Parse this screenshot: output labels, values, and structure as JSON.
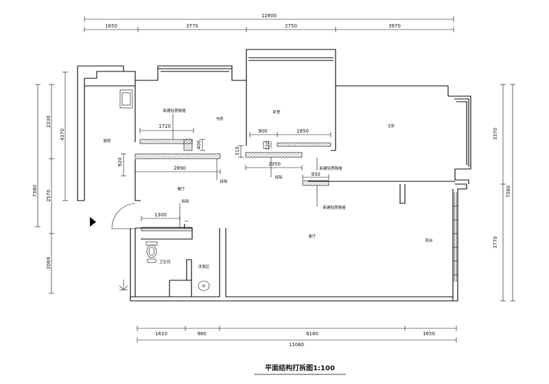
{
  "title": "平面结构打拆图1:100",
  "dimensions": {
    "top_total": "12800",
    "top": [
      "1650",
      "3770",
      "2750",
      "3970"
    ],
    "bottom": [
      "1610",
      "980",
      "6160",
      "1650"
    ],
    "bottom_total": "11060",
    "left_total": "7380",
    "left": [
      "2330",
      "4370",
      "2570",
      "2069"
    ],
    "right_total": "7380",
    "right": [
      "3370",
      "3770"
    ],
    "inner": {
      "d1720": "1720",
      "d2890": "2890",
      "d920": "920",
      "d400": "400",
      "d900": "900",
      "d1850": "1850",
      "d310": "310",
      "d120": "120",
      "d2050": "2050",
      "d930": "930",
      "d1300": "1300"
    }
  },
  "labels": {
    "kitchen": "厨房",
    "study": "书房",
    "bedroom": "卧室",
    "master": "主卧",
    "dining": "餐厅",
    "living": "客厅",
    "balcony": "阳台",
    "bathroom": "卫生间",
    "laundry": "洗漱区",
    "new_wall_1": "新建轻质隔墙",
    "new_wall_2": "新建轻质隔墙",
    "new_wall_3": "新建轻质隔墙",
    "demolish_1": "拆除",
    "demolish_2": "拆除",
    "demolish_3": "拆除"
  }
}
